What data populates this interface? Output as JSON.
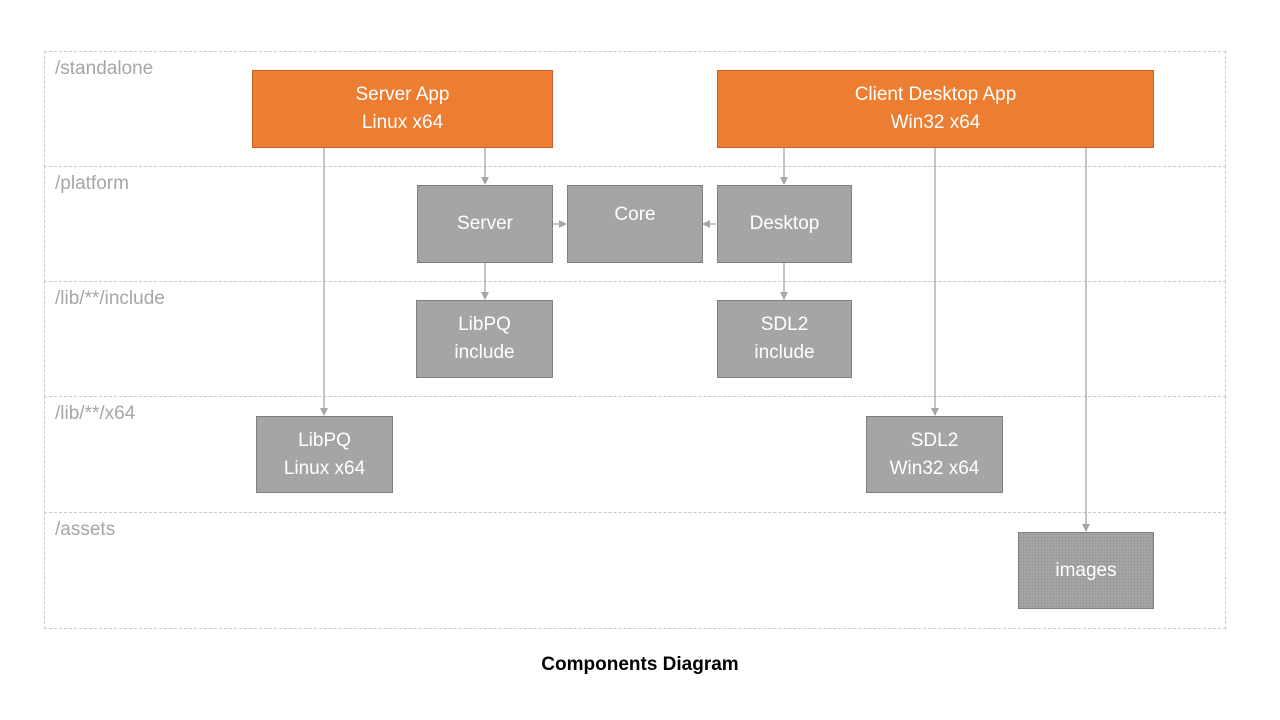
{
  "colors": {
    "app_box": "#ed7d31",
    "module_box": "#a5a5a5",
    "lane_label": "#a6a6a6",
    "arrow": "#a6a6a6"
  },
  "lanes": {
    "standalone": "/standalone",
    "platform": "/platform",
    "lib_include": "/lib/**/include",
    "lib_x64": "/lib/**/x64",
    "assets": "/assets"
  },
  "boxes": {
    "server_app": {
      "line1": "Server App",
      "line2": "Linux x64"
    },
    "client_app": {
      "line1": "Client Desktop App",
      "line2": "Win32 x64"
    },
    "server": {
      "line1": "Server"
    },
    "core": {
      "line1": "Core"
    },
    "desktop": {
      "line1": "Desktop"
    },
    "libpq_include": {
      "line1": "LibPQ",
      "line2": "include"
    },
    "sdl2_include": {
      "line1": "SDL2",
      "line2": "include"
    },
    "libpq_linux": {
      "line1": "LibPQ",
      "line2": "Linux x64"
    },
    "sdl2_win32": {
      "line1": "SDL2",
      "line2": "Win32 x64"
    },
    "images": {
      "line1": "images"
    }
  },
  "caption": "Components Diagram"
}
